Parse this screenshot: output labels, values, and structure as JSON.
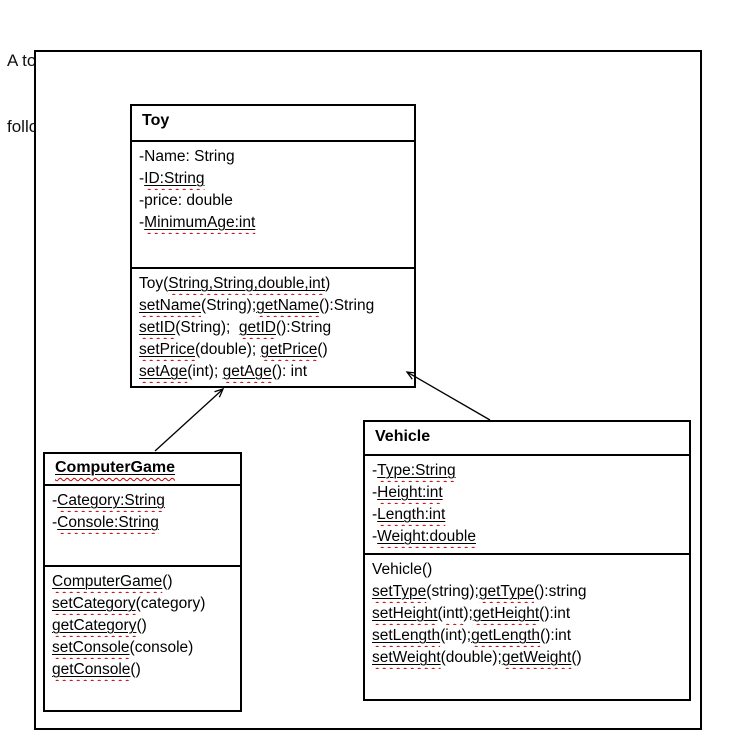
{
  "page": {
    "description_lines": [
      "A toy shop needs a computer system to store information about its toy. The details are as",
      "follows:"
    ]
  },
  "diagram": {
    "colors": {
      "border": "#000000",
      "text": "#000000",
      "squiggly_underline": "#c40000",
      "background": "#ffffff"
    },
    "relationships": [
      {
        "from": "ComputerGame",
        "to": "Toy",
        "type": "arrow"
      },
      {
        "from": "Vehicle",
        "to": "Toy",
        "type": "arrow"
      }
    ],
    "classes": [
      {
        "id": "toy",
        "title": {
          "text": "Toy",
          "style": "plain"
        },
        "attributes": [
          [
            {
              "t": "-Name: String",
              "s": "plain"
            }
          ],
          [
            {
              "t": "-",
              "s": "plain"
            },
            {
              "t": "ID:String",
              "s": "usq"
            }
          ],
          [
            {
              "t": "-price: double",
              "s": "plain"
            }
          ],
          [
            {
              "t": "-",
              "s": "plain"
            },
            {
              "t": "MinimumAge:int",
              "s": "usq"
            }
          ]
        ],
        "methods": [
          [
            {
              "t": "Toy(",
              "s": "plain"
            },
            {
              "t": "String,String,double,int",
              "s": "usq"
            },
            {
              "t": ")",
              "s": "plain"
            }
          ],
          [
            {
              "t": "setName",
              "s": "usq"
            },
            {
              "t": "(String);",
              "s": "plain"
            },
            {
              "t": "getName",
              "s": "usq"
            },
            {
              "t": "():String",
              "s": "plain"
            }
          ],
          [
            {
              "t": "setID",
              "s": "usq"
            },
            {
              "t": "(String);  ",
              "s": "plain"
            },
            {
              "t": "getID",
              "s": "usq"
            },
            {
              "t": "():String",
              "s": "plain"
            }
          ],
          [
            {
              "t": "setPrice",
              "s": "usq"
            },
            {
              "t": "(double); ",
              "s": "plain"
            },
            {
              "t": "getPrice",
              "s": "usq"
            },
            {
              "t": "()",
              "s": "plain"
            }
          ],
          [
            {
              "t": "setAge",
              "s": "usq"
            },
            {
              "t": "(int); ",
              "s": "plain"
            },
            {
              "t": "getAge",
              "s": "usq"
            },
            {
              "t": "(): int",
              "s": "plain"
            }
          ]
        ]
      },
      {
        "id": "computergame",
        "title": {
          "text": "ComputerGame",
          "style": "usq"
        },
        "attributes": [
          [
            {
              "t": "-",
              "s": "plain"
            },
            {
              "t": "Category:String",
              "s": "usq"
            }
          ],
          [
            {
              "t": "-",
              "s": "plain"
            },
            {
              "t": "Console:String",
              "s": "usq"
            }
          ]
        ],
        "methods": [
          [
            {
              "t": "ComputerGame",
              "s": "usq"
            },
            {
              "t": "()",
              "s": "plain"
            }
          ],
          [
            {
              "t": "setCategory",
              "s": "usq"
            },
            {
              "t": "(category)",
              "s": "plain"
            }
          ],
          [
            {
              "t": "getCategory",
              "s": "usq"
            },
            {
              "t": "()",
              "s": "plain"
            }
          ],
          [
            {
              "t": "setConsole",
              "s": "usq"
            },
            {
              "t": "(console)",
              "s": "plain"
            }
          ],
          [
            {
              "t": "getConsole",
              "s": "usq"
            },
            {
              "t": "()",
              "s": "plain"
            }
          ]
        ]
      },
      {
        "id": "vehicle",
        "title": {
          "text": "Vehicle",
          "style": "plain"
        },
        "attributes": [
          [
            {
              "t": "-",
              "s": "plain"
            },
            {
              "t": "Type:String",
              "s": "usq"
            }
          ],
          [
            {
              "t": "-",
              "s": "plain"
            },
            {
              "t": "Height:int",
              "s": "usq"
            }
          ],
          [
            {
              "t": "-",
              "s": "plain"
            },
            {
              "t": "Length:int",
              "s": "usq"
            }
          ],
          [
            {
              "t": "-",
              "s": "plain"
            },
            {
              "t": "Weight:double",
              "s": "usq"
            }
          ]
        ],
        "methods": [
          [
            {
              "t": "Vehicle()",
              "s": "plain"
            }
          ],
          [
            {
              "t": "setType",
              "s": "usq"
            },
            {
              "t": "(string);",
              "s": "plain"
            },
            {
              "t": "getType",
              "s": "usq"
            },
            {
              "t": "():string",
              "s": "plain"
            }
          ],
          [
            {
              "t": "setHeight",
              "s": "usq"
            },
            {
              "t": "(",
              "s": "plain"
            },
            {
              "t": "intt",
              "s": "sq"
            },
            {
              "t": ");",
              "s": "plain"
            },
            {
              "t": "getHeight",
              "s": "usq"
            },
            {
              "t": "():int",
              "s": "plain"
            }
          ],
          [
            {
              "t": "setLength",
              "s": "usq"
            },
            {
              "t": "(int);",
              "s": "plain"
            },
            {
              "t": "getLength",
              "s": "usq"
            },
            {
              "t": "():int",
              "s": "plain"
            }
          ],
          [
            {
              "t": "setWeight",
              "s": "usq"
            },
            {
              "t": "(double);",
              "s": "plain"
            },
            {
              "t": "getWeight",
              "s": "usq"
            },
            {
              "t": "()",
              "s": "plain"
            }
          ]
        ]
      }
    ]
  }
}
